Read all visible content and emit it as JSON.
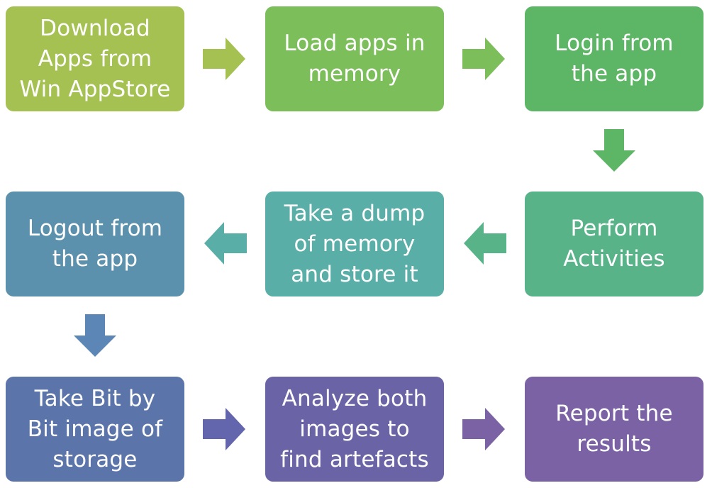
{
  "steps": [
    {
      "text": "Download\nApps from\nWin AppStore",
      "color": "#a4c152"
    },
    {
      "text": "Load apps in\nmemory",
      "color": "#7cbe5a"
    },
    {
      "text": "Login from\nthe app",
      "color": "#5db665"
    },
    {
      "text": "Perform\nActivities",
      "color": "#58b389"
    },
    {
      "text": "Take a dump\nof memory\nand store it",
      "color": "#59aea8"
    },
    {
      "text": "Logout from\nthe app",
      "color": "#5c91ad"
    },
    {
      "text": "Take Bit by\nBit image of\nstorage",
      "color": "#5b74aa"
    },
    {
      "text": "Analyze both\nimages to\nfind artefacts",
      "color": "#6a63a6"
    },
    {
      "text": "Report the\nresults",
      "color": "#7a62a5"
    }
  ],
  "arrows": [
    {
      "from": 1,
      "to": 2,
      "direction": "right",
      "color": "#a4c152"
    },
    {
      "from": 2,
      "to": 3,
      "direction": "right",
      "color": "#7cbe5a"
    },
    {
      "from": 3,
      "to": 4,
      "direction": "down",
      "color": "#5db665"
    },
    {
      "from": 4,
      "to": 5,
      "direction": "left",
      "color": "#58b389"
    },
    {
      "from": 5,
      "to": 6,
      "direction": "left",
      "color": "#59aea8"
    },
    {
      "from": 6,
      "to": 7,
      "direction": "down",
      "color": "#5c86b5"
    },
    {
      "from": 7,
      "to": 8,
      "direction": "right",
      "color": "#6366ad"
    },
    {
      "from": 8,
      "to": 9,
      "direction": "right",
      "color": "#7a62a5"
    }
  ]
}
